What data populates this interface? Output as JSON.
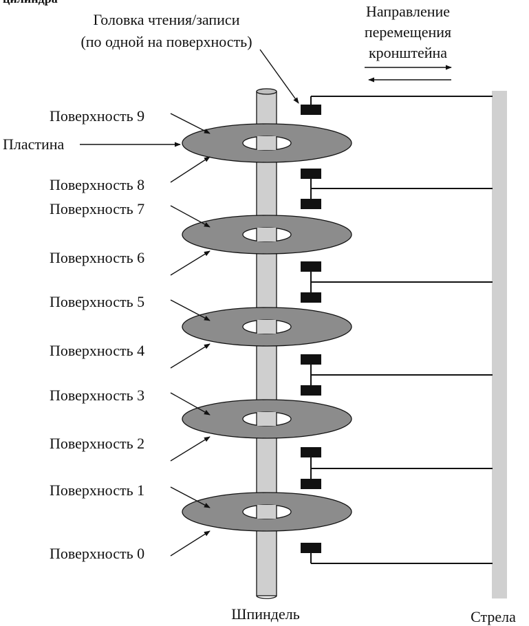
{
  "diagram": {
    "top_partial_text": "цилиндра",
    "head_label_line1": "Головка чтения/записи",
    "head_label_line2": "(по одной на поверхность)",
    "direction_label_line1": "Направление",
    "direction_label_line2": "перемещения",
    "direction_label_line3": "кронштейна",
    "platter_label": "Пластина",
    "spindle_label": "Шпиндель",
    "arm_label": "Стрела",
    "surface_labels": [
      "Поверхность 9",
      "Поверхность 8",
      "Поверхность 7",
      "Поверхность 6",
      "Поверхность 5",
      "Поверхность 4",
      "Поверхность 3",
      "Поверхность 2",
      "Поверхность 1",
      "Поверхность 0"
    ],
    "colors": {
      "platter": "#8c8c8c",
      "spindle": "#cfcfcf",
      "arm_bar": "#d0d0d0",
      "line": "#111111",
      "head": "#111111"
    }
  }
}
